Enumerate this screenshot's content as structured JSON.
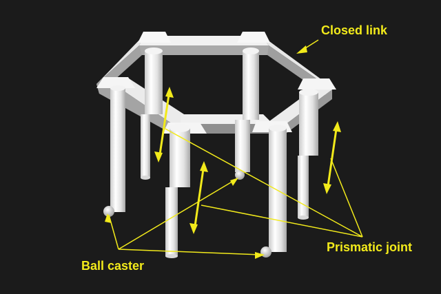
{
  "labels": {
    "closed_link": "Closed link",
    "prismatic_joint": "Prismatic joint",
    "ball_caster": "Ball caster"
  },
  "colors": {
    "background": "#1b1b1b",
    "annotation": "#f2ea1b",
    "structure_light": "#f4f4f4",
    "structure_mid": "#d3d3d3",
    "structure_dark": "#9f9f9f"
  }
}
